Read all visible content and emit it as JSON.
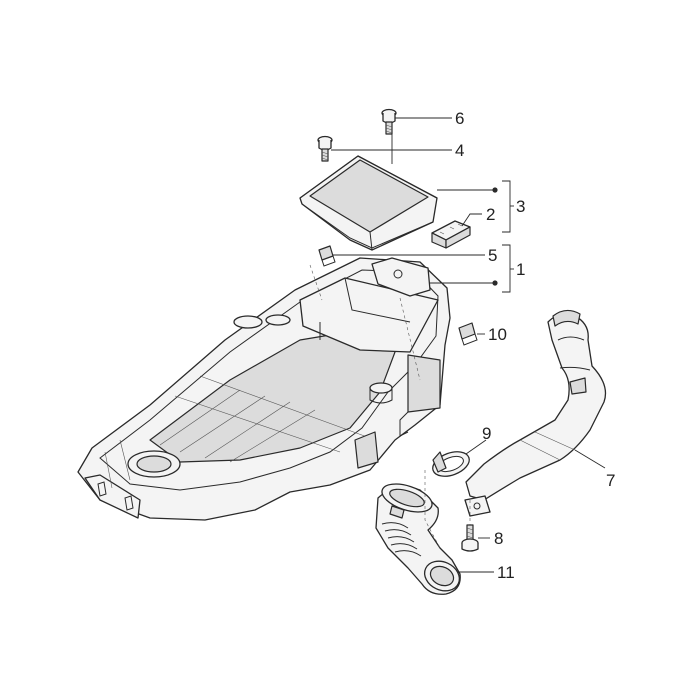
{
  "labels": {
    "p1": "1",
    "p2": "2",
    "p3": "3",
    "p4": "4",
    "p5": "5",
    "p6": "6",
    "p7": "7",
    "p8": "8",
    "p9": "9",
    "p10": "10",
    "p11": "11"
  },
  "colors": {
    "line": "#2a2a2a",
    "fill": "#f4f4f4",
    "shade": "#dcdcdc"
  }
}
